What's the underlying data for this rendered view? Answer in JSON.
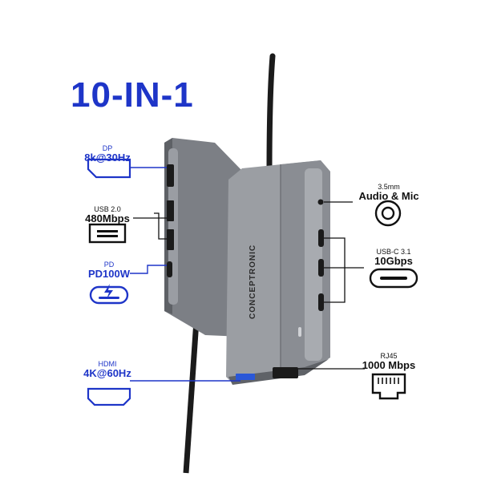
{
  "title": "10-IN-1",
  "brand": "CONCEPTRONIC",
  "colors": {
    "accent": "#1e35c8",
    "device": "#8a8d93",
    "text": "#111111"
  },
  "ports": [
    {
      "key": "dp",
      "name": "DP",
      "spec": "8k@30Hz",
      "icon": "displayport-icon",
      "color": "blue"
    },
    {
      "key": "usb2",
      "name": "USB 2.0",
      "spec": "480Mbps",
      "icon": "usb-a-icon",
      "color": "black"
    },
    {
      "key": "pd",
      "name": "PD",
      "spec": "PD100W",
      "icon": "usb-c-power-icon",
      "color": "blue"
    },
    {
      "key": "hdmi",
      "name": "HDMI",
      "spec": "4K@60Hz",
      "icon": "hdmi-icon",
      "color": "blue"
    },
    {
      "key": "audio",
      "name": "3.5mm",
      "spec": "Audio & Mic",
      "icon": "audio-jack-icon",
      "color": "black"
    },
    {
      "key": "usbc",
      "name": "USB-C 3.1",
      "spec": "10Gbps",
      "icon": "usb-c-icon",
      "color": "black"
    },
    {
      "key": "rj45",
      "name": "RJ45",
      "spec": "1000 Mbps",
      "icon": "ethernet-icon",
      "color": "black"
    }
  ]
}
